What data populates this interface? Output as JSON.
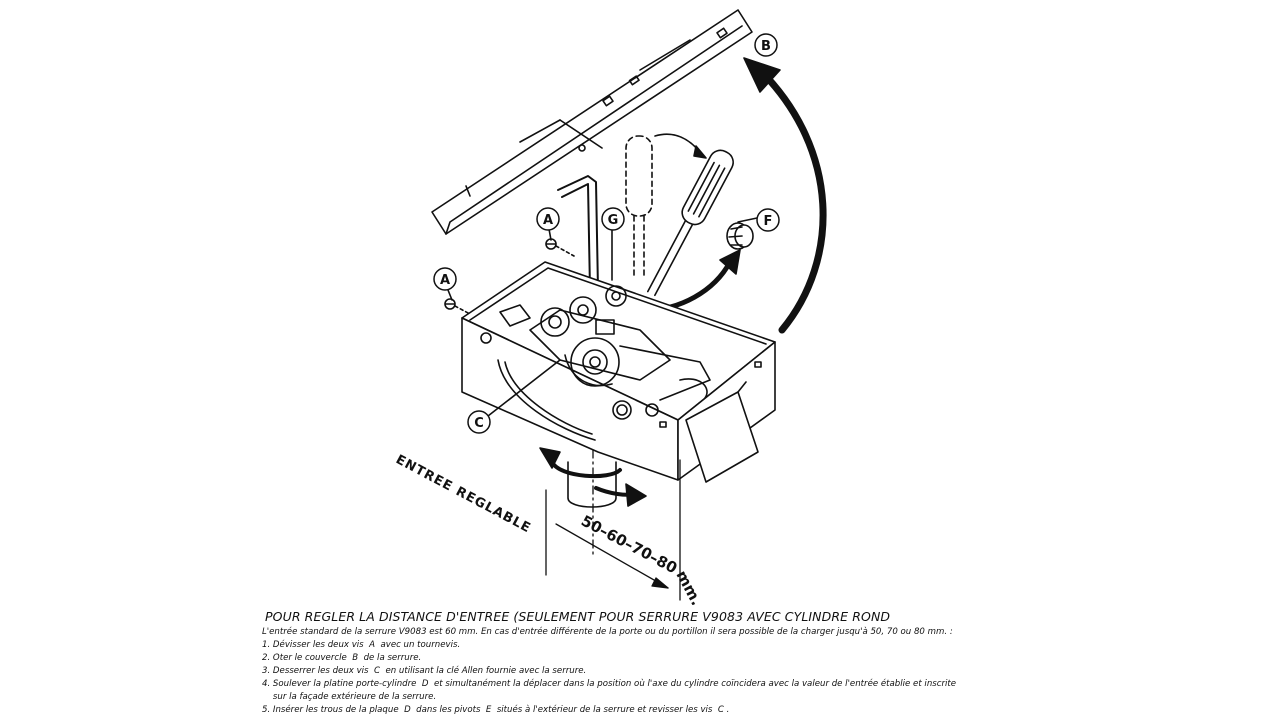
{
  "drawing": {
    "labels": {
      "a1": "A",
      "a2": "A",
      "b": "B",
      "c": "C",
      "f": "F",
      "g": "G"
    },
    "side_text": "ENTREE REGLABLE",
    "dimension_values": "50–60–70–80",
    "dimension_unit": "mm."
  },
  "instructions": {
    "title": "POUR REGLER LA DISTANCE D'ENTREE (SEULEMENT POUR SERRURE V9083 AVEC CYLINDRE ROND",
    "intro": "L'entrée standard de la serrure V9083 est 60 mm. En cas d'entrée différente de la porte ou du portillon il sera possible de la charger jusqu'à 50, 70 ou 80 mm. :",
    "steps": [
      "1. Dévisser les deux vis  A  avec un tournevis.",
      "2. Oter le couvercle  B  de la serrure.",
      "3. Desserrer les deux vis  C  en utilisant la clé Allen fournie avec la serrure.",
      "4. Soulever la platine porte-cylindre  D  et simultanément la déplacer dans la position où l'axe du cylindre coïncidera avec la valeur de l'entrée établie et inscrite",
      "    sur la façade extérieure de la serrure.",
      "5. Insérer les trous de la plaque  D  dans les pivots  E  situés à l'extérieur de la serrure et revisser les vis  C ."
    ]
  }
}
